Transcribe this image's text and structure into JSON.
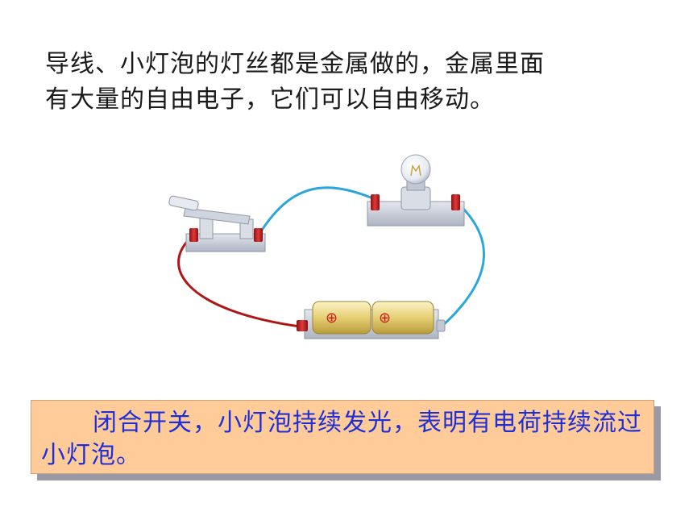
{
  "intro": {
    "line1": "导线、小灯泡的灯丝都是金属做的，金属里面",
    "line2": "有大量的自由电子，它们可以自由移动。"
  },
  "circuit": {
    "battery_marks": [
      "⊕",
      "⊕"
    ],
    "colors": {
      "wire_blue": "#2aa6dc",
      "wire_red": "#b01616",
      "terminal": "#c81e1e",
      "battery": "#e8d68a",
      "base": "#c8cdd8"
    }
  },
  "note": {
    "text": "闭合开关，小灯泡持续发光，表明有电荷持续流过小灯泡。",
    "colors": {
      "background": "#ffcc99",
      "text": "#1f2fd6"
    }
  }
}
